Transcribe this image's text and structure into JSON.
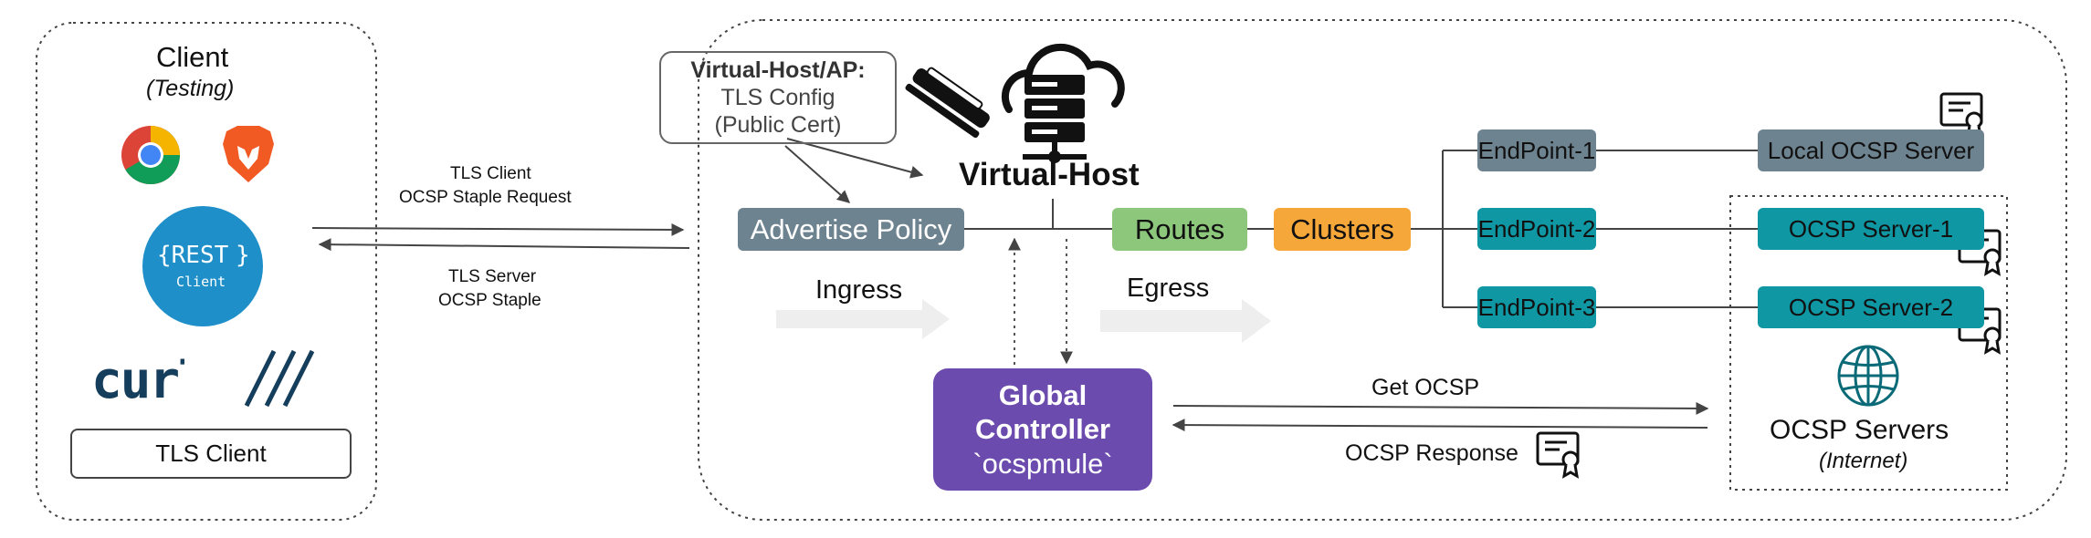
{
  "client": {
    "title": "Client",
    "subtitle": "(Testing)",
    "rest_logo_line1": "{REST",
    "rest_logo_line2": "Client",
    "rest_logo_brace": "}",
    "curl_logo": "curl://",
    "tls_client_label": "TLS Client"
  },
  "arrows": {
    "request_line1": "TLS Client",
    "request_line2": "OCSP Staple Request",
    "response_line1": "TLS Server",
    "response_line2": "OCSP Staple",
    "get_ocsp": "Get OCSP",
    "ocsp_response": "OCSP Response"
  },
  "virtual_host": {
    "config_title": "Virtual-Host/AP:",
    "config_line2": "TLS Config",
    "config_line3": "(Public Cert)",
    "title": "Virtual-Host",
    "advertise_policy": "Advertise Policy",
    "routes": "Routes",
    "clusters": "Clusters",
    "ingress": "Ingress",
    "egress": "Egress"
  },
  "controller": {
    "line1": "Global",
    "line2": "Controller",
    "line3": "`ocspmule`"
  },
  "endpoints": [
    {
      "label": "EndPoint-1",
      "server": "Local OCSP Server"
    },
    {
      "label": "EndPoint-2",
      "server": "OCSP Server-1"
    },
    {
      "label": "EndPoint-3",
      "server": "OCSP Server-2"
    }
  ],
  "ocsp_servers": {
    "title": "OCSP Servers",
    "subtitle": "(Internet)"
  },
  "colors": {
    "grey": "#6e8390",
    "green": "#8dc77c",
    "orange": "#f6a73a",
    "teal": "#0f97a3",
    "purple": "#6b4bad"
  }
}
